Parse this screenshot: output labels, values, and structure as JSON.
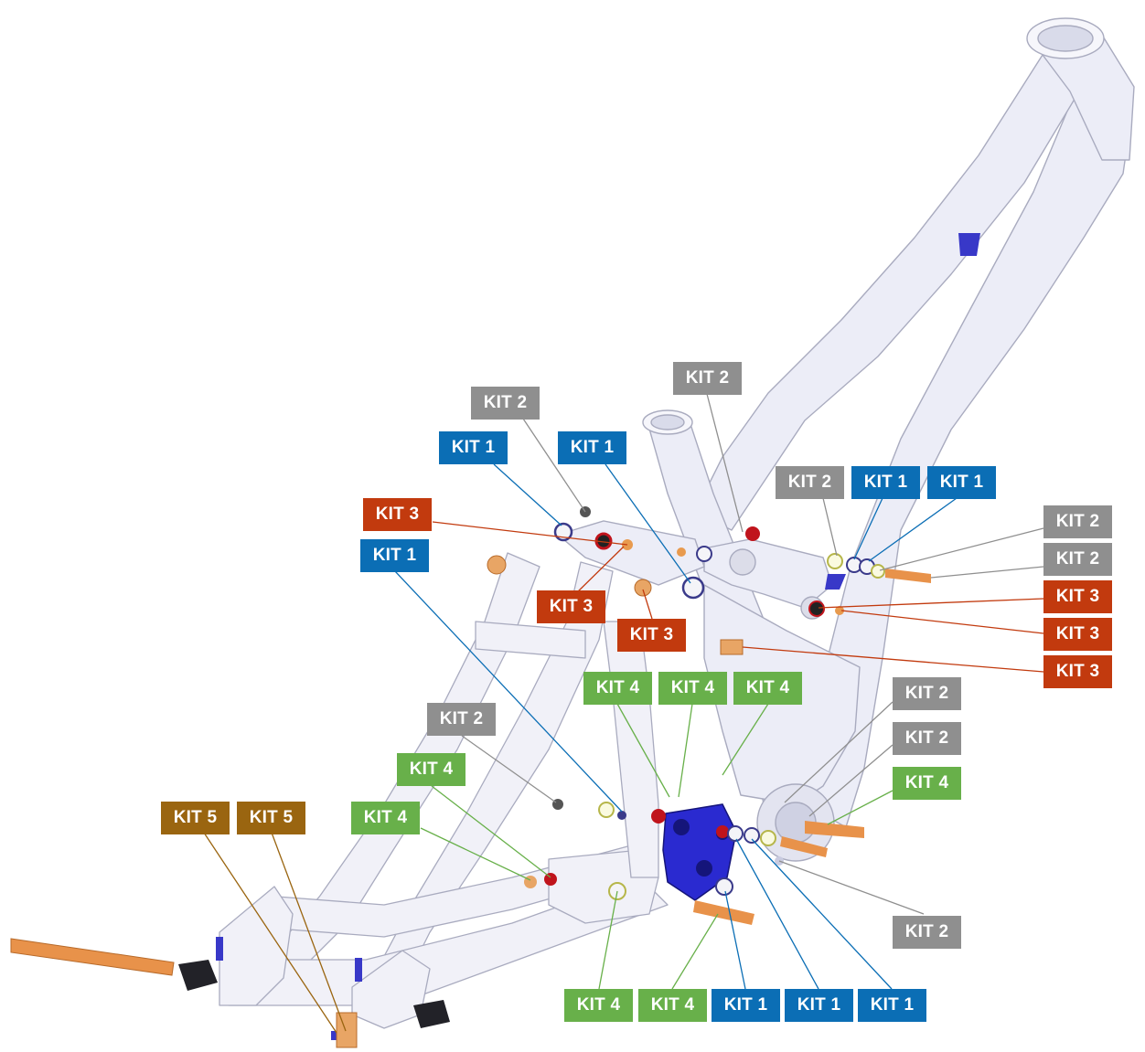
{
  "colors": {
    "kit1": "#0b6eb5",
    "kit2": "#8f8f8f",
    "kit3": "#c23a0e",
    "kit4": "#68b04a",
    "kit5": "#9a6510",
    "frame_fill": "#ecedf7",
    "frame_line": "#a9abbf",
    "hardware_orange": "#e89a4e",
    "hardware_blue": "#2f2fc0",
    "hardware_red": "#c0141c",
    "hardware_black": "#222228"
  },
  "labels": [
    {
      "text": "KIT 2",
      "kit": "kit2"
    },
    {
      "text": "KIT 2",
      "kit": "kit2"
    },
    {
      "text": "KIT 1",
      "kit": "kit1"
    },
    {
      "text": "KIT 1",
      "kit": "kit1"
    },
    {
      "text": "KIT 2",
      "kit": "kit2"
    },
    {
      "text": "KIT 1",
      "kit": "kit1"
    },
    {
      "text": "KIT 1",
      "kit": "kit1"
    },
    {
      "text": "KIT 3",
      "kit": "kit3"
    },
    {
      "text": "KIT 2",
      "kit": "kit2"
    },
    {
      "text": "KIT 1",
      "kit": "kit1"
    },
    {
      "text": "KIT 2",
      "kit": "kit2"
    },
    {
      "text": "KIT 3",
      "kit": "kit3"
    },
    {
      "text": "KIT 3",
      "kit": "kit3"
    },
    {
      "text": "KIT 3",
      "kit": "kit3"
    },
    {
      "text": "KIT 3",
      "kit": "kit3"
    },
    {
      "text": "KIT 3",
      "kit": "kit3"
    },
    {
      "text": "KIT 4",
      "kit": "kit4"
    },
    {
      "text": "KIT 4",
      "kit": "kit4"
    },
    {
      "text": "KIT 4",
      "kit": "kit4"
    },
    {
      "text": "KIT 2",
      "kit": "kit2"
    },
    {
      "text": "KIT 2",
      "kit": "kit2"
    },
    {
      "text": "KIT 2",
      "kit": "kit2"
    },
    {
      "text": "KIT 4",
      "kit": "kit4"
    },
    {
      "text": "KIT 4",
      "kit": "kit4"
    },
    {
      "text": "KIT 4",
      "kit": "kit4"
    },
    {
      "text": "KIT 5",
      "kit": "kit5"
    },
    {
      "text": "KIT 5",
      "kit": "kit5"
    },
    {
      "text": "KIT 2",
      "kit": "kit2"
    },
    {
      "text": "KIT 4",
      "kit": "kit4"
    },
    {
      "text": "KIT 4",
      "kit": "kit4"
    },
    {
      "text": "KIT 1",
      "kit": "kit1"
    },
    {
      "text": "KIT 1",
      "kit": "kit1"
    },
    {
      "text": "KIT 1",
      "kit": "kit1"
    }
  ]
}
